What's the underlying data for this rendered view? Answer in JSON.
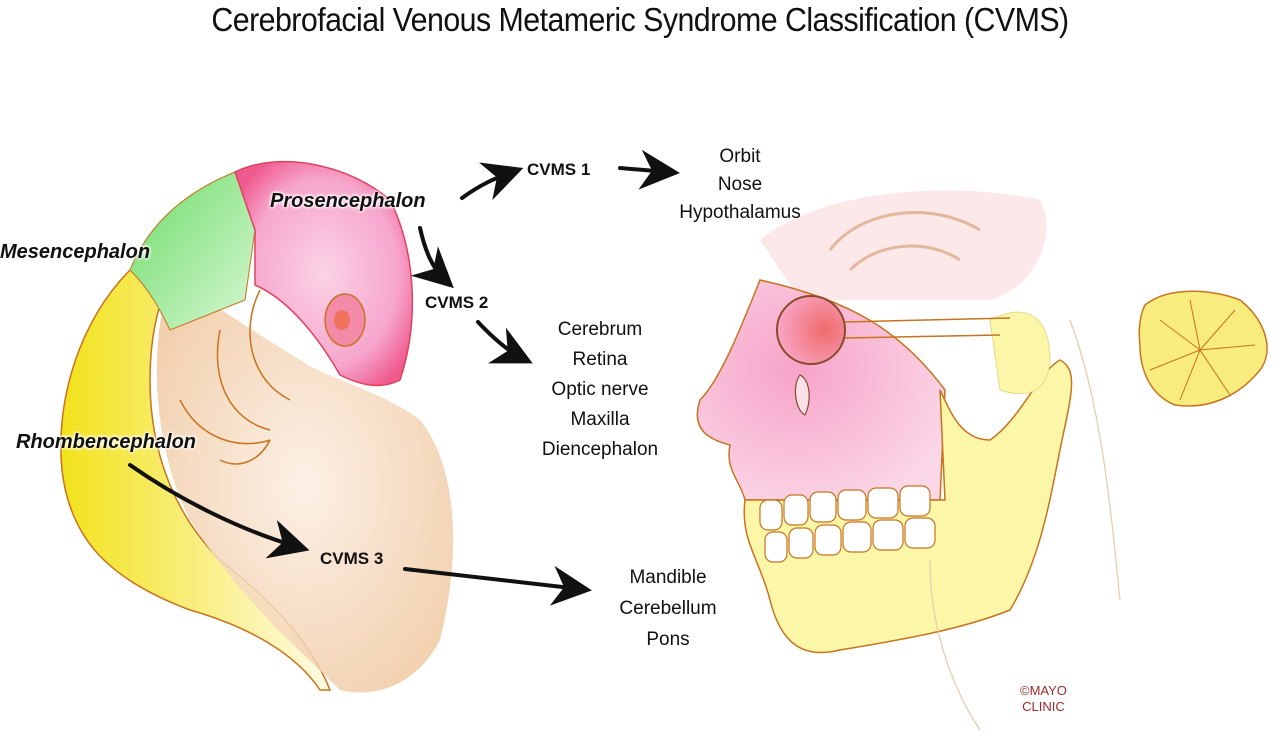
{
  "title": "Cerebrofacial Venous Metameric Syndrome Classification (CVMS)",
  "regions": {
    "prosencephalon": "Prosencephalon",
    "mesencephalon": "Mesencephalon",
    "rhombencephalon": "Rhombencephalon"
  },
  "classes": [
    {
      "label": "CVMS 1",
      "structures": [
        "Orbit",
        "Nose",
        "Hypothalamus"
      ]
    },
    {
      "label": "CVMS 2",
      "structures": [
        "Cerebrum",
        "Retina",
        "Optic nerve",
        "Maxilla",
        "Diencephalon"
      ]
    },
    {
      "label": "CVMS 3",
      "structures": [
        "Mandible",
        "Cerebellum",
        "Pons"
      ]
    }
  ],
  "copyright": {
    "line1": "©MAYO",
    "line2": "CLINIC"
  },
  "colors": {
    "prosencephalon": "#f7a8d0",
    "mesencephalon": "#7de07a",
    "rhombencephalon": "#f5ea3c",
    "outline": "#c8731e",
    "copyright": "#9b2c2c"
  }
}
